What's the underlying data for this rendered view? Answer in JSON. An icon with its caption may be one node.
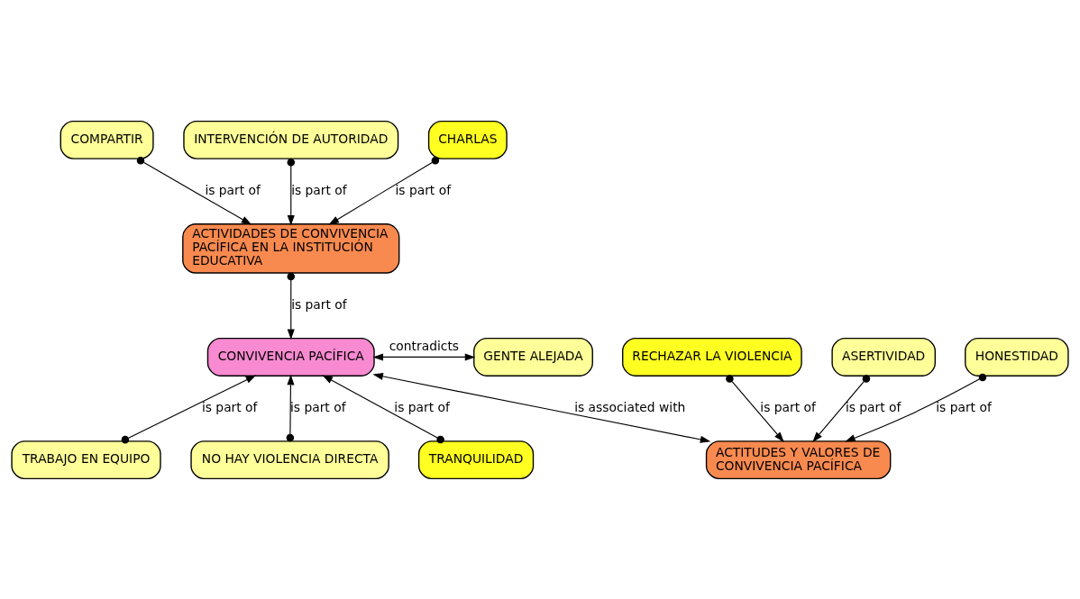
{
  "diagram": {
    "nodes": [
      {
        "text": [
          "COMPARTIR"
        ]
      },
      {
        "text": [
          "INTERVENCIÓN DE AUTORIDAD"
        ]
      },
      {
        "text": [
          "RECHAZAR LA VIOLENCIA"
        ]
      },
      {
        "text": [
          "ASERTIVIDAD"
        ]
      },
      {
        "text": [
          "HONESTIDAD"
        ]
      },
      {
        "text": [
          "CHARLAS"
        ]
      },
      {
        "text": [
          "ACTIVIDADES DE CONVIVENCIA PACÍFICA EN LA INSTITUCIÓN EDUCATIVA"
        ]
      },
      {
        "text": [
          "ACTITUDES Y VALORES DE CONVIVENCIA PACÍFICA"
        ]
      },
      {
        "text": [
          "CONVIVENCIA PACÍFICA"
        ]
      },
      {
        "text": [
          "GENTE ALEJADA"
        ]
      },
      {
        "text": [
          "TRABAJO EN EQUIPO"
        ]
      },
      {
        "text": [
          "NO HAY VIOLENCIA DIRECTA"
        ]
      },
      {
        "text": [
          "TRANQUILIDAD"
        ]
      }
    ],
    "edges": [
      {
        "from": 0,
        "to": 6,
        "arrow": "to",
        "label": "is part of"
      },
      {
        "from": 1,
        "to": 6,
        "arrow": "to",
        "label": "is part of"
      },
      {
        "from": 5,
        "to": 6,
        "arrow": "to",
        "label": "is part of"
      },
      {
        "from": 2,
        "to": 7,
        "arrow": "to",
        "label": "is part of"
      },
      {
        "from": 3,
        "to": 7,
        "arrow": "to",
        "label": "is part of"
      },
      {
        "from": 4,
        "to": 7,
        "arrow": "to",
        "label": "is part of"
      },
      {
        "from": 6,
        "to": 8,
        "arrow": "to",
        "label": "is part of"
      },
      {
        "from": 8,
        "to": 7,
        "arrow": "both",
        "label": "is associated with"
      },
      {
        "from": 8,
        "to": 9,
        "arrow": "both",
        "label": "contradicts"
      },
      {
        "from": 10,
        "to": 8,
        "arrow": "to",
        "label": "is part of"
      },
      {
        "from": 12,
        "to": 8,
        "arrow": "to",
        "label": "is part of"
      },
      {
        "from": 11,
        "to": 8,
        "arrow": "to",
        "label": "is part of"
      }
    ]
  }
}
